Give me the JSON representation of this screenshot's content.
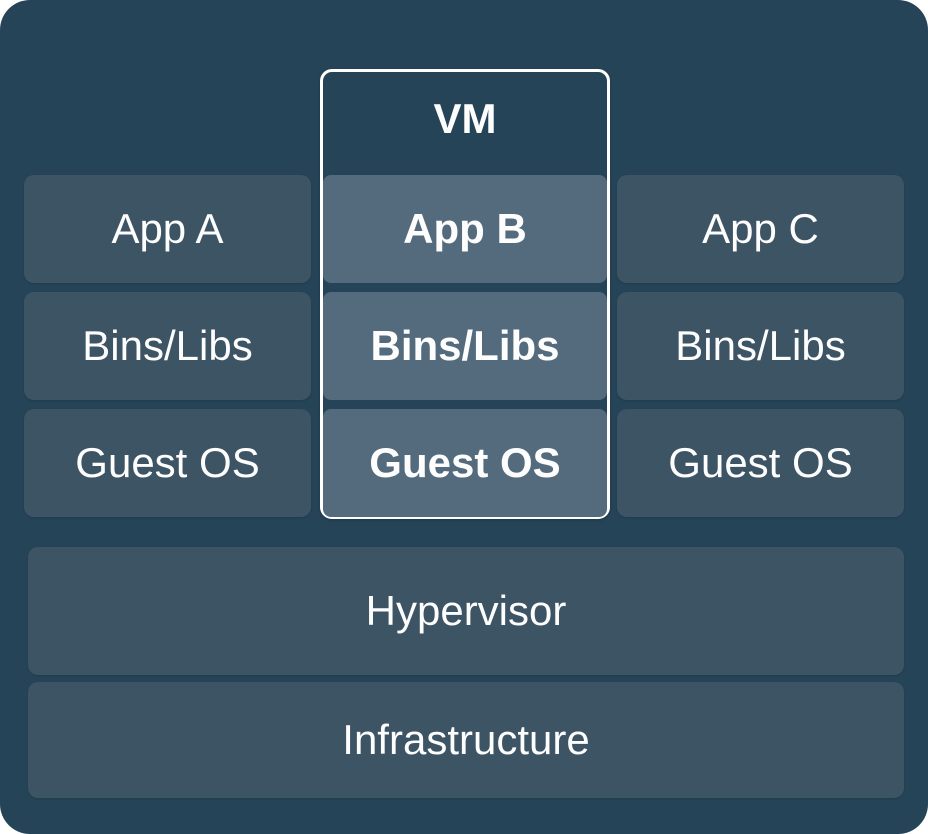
{
  "diagram": {
    "vm_label": "VM",
    "columns": [
      {
        "name": "left",
        "rows": [
          "App A",
          "Bins/Libs",
          "Guest OS"
        ]
      },
      {
        "name": "vm",
        "rows": [
          "App B",
          "Bins/Libs",
          "Guest OS"
        ]
      },
      {
        "name": "right",
        "rows": [
          "App C",
          "Bins/Libs",
          "Guest OS"
        ]
      }
    ],
    "layers": [
      "Hypervisor",
      "Infrastructure"
    ],
    "colors": {
      "background": "#264458",
      "box": "#3d5465",
      "vm_box": "#546b7d",
      "vm_border": "#ffffff",
      "text": "#fdfdfd",
      "page": "#ffffff"
    }
  }
}
